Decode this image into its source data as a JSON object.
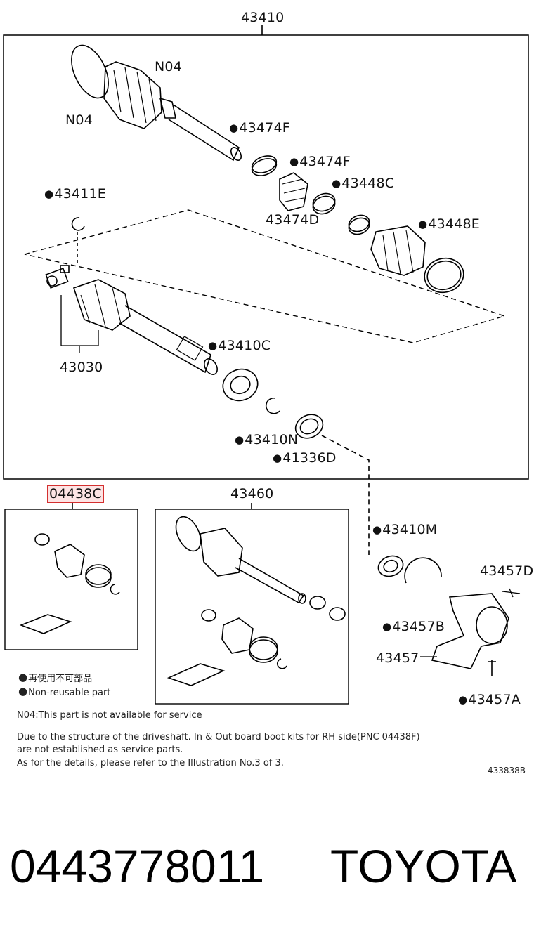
{
  "main_assembly": {
    "label": "43410"
  },
  "callouts": {
    "n04_a": "N04",
    "n04_b": "N04",
    "p43474f_a": "43474F",
    "p43474f_b": "43474F",
    "p43474d": "43474D",
    "p43448c": "43448C",
    "p43448e": "43448E",
    "p43411e": "43411E",
    "p43030": "43030",
    "p43410c": "43410C",
    "p43410n": "43410N",
    "p41336d": "41336D",
    "p43410m": "43410M",
    "p43457d": "43457D",
    "p43457b": "43457B",
    "p43457": "43457",
    "p43457a": "43457A"
  },
  "kit_box": {
    "label": "04438C"
  },
  "shaft_box": {
    "label": "43460"
  },
  "legend": {
    "jp": "再使用不可部品",
    "en": "Non-reusable part"
  },
  "notes": {
    "n04": "N04:This part is not available for service",
    "line1": "Due to the structure of the driveshaft. In & Out board boot kits for RH side(PNC 04438F)",
    "line2": "are not established as service parts.",
    "line3": "As for the details, please refer to the Illustration No.3 of 3."
  },
  "diagram_id": "433838B",
  "footer": {
    "part_number": "0443778011",
    "brand": "TOYOTA"
  }
}
